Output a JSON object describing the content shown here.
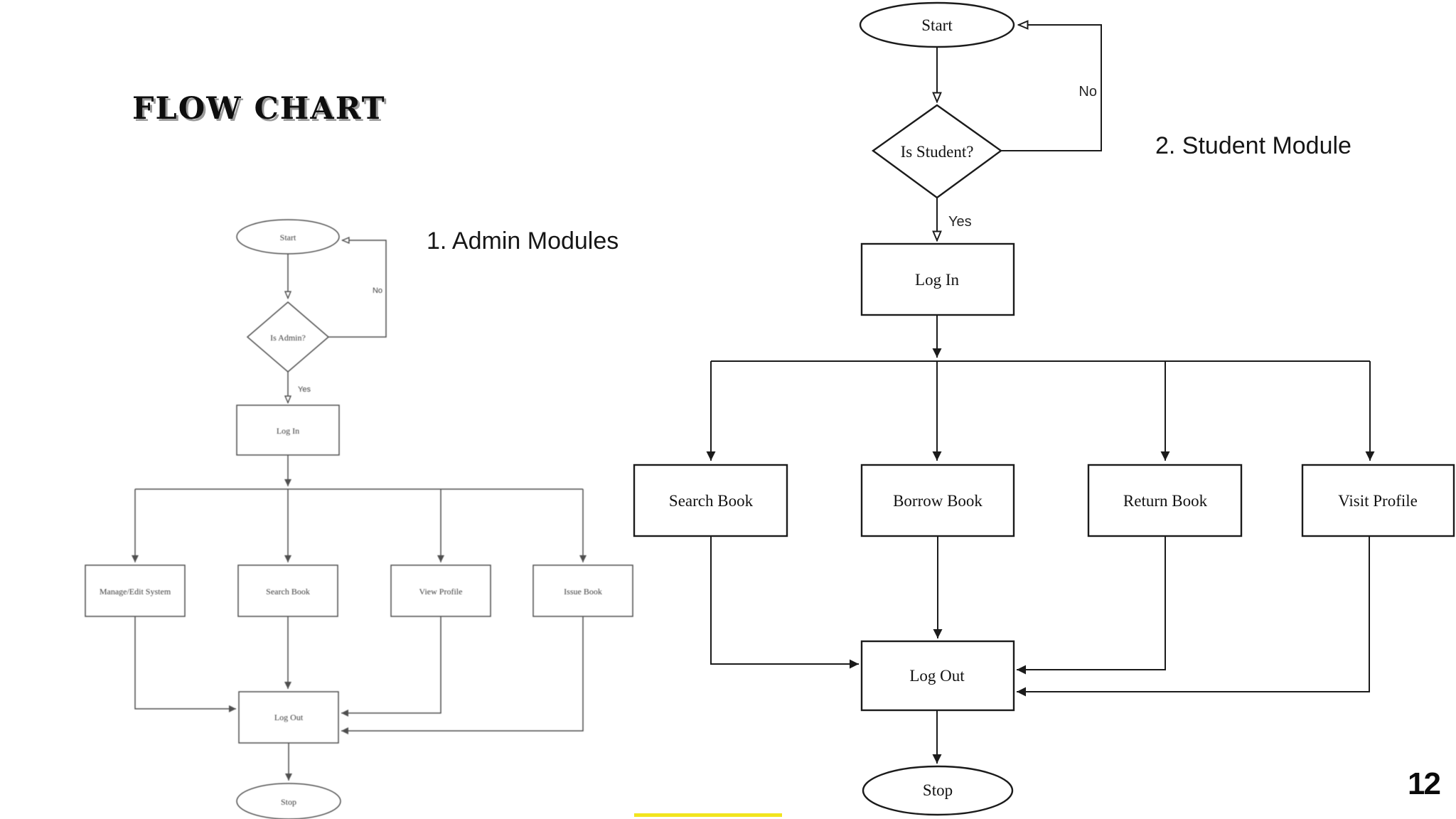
{
  "page": {
    "title": "FLOW CHART",
    "page_number": "12"
  },
  "admin_chart": {
    "caption": "1. Admin Modules",
    "nodes": {
      "start": "Start",
      "decision": "Is Admin?",
      "login": "Log In",
      "branch_1": "Manage/Edit System",
      "branch_2": "Search Book",
      "branch_3": "View Profile",
      "branch_4": "Issue Book",
      "logout": "Log Out",
      "stop": "Stop"
    },
    "edge_labels": {
      "no": "No",
      "yes": "Yes"
    }
  },
  "student_chart": {
    "caption": "2. Student Module",
    "nodes": {
      "start": "Start",
      "decision": "Is Student?",
      "login": "Log In",
      "branch_1": "Search Book",
      "branch_2": "Borrow Book",
      "branch_3": "Return Book",
      "branch_4": "Visit Profile",
      "logout": "Log Out",
      "stop": "Stop"
    },
    "edge_labels": {
      "no": "No",
      "yes": "Yes"
    }
  },
  "colors": {
    "highlight_underline": "#f2e51e",
    "admin_line": "#4f4f4f",
    "student_line": "#1b1b1b"
  }
}
